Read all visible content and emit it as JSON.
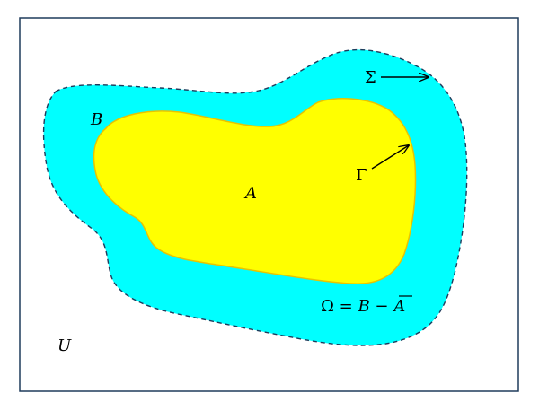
{
  "labels": {
    "universe": "U",
    "set_b": "B",
    "set_a": "A",
    "gamma": "Γ",
    "sigma": "Σ",
    "omega_lhs": "Ω = ",
    "omega_b": "B",
    "omega_minus": " − ",
    "omega_abar": "A"
  },
  "colors": {
    "frame": "#1f3b5b",
    "outer_fill": "#00ffff",
    "outer_stroke": "#1f3b5b",
    "inner_fill": "#ffff00",
    "inner_stroke": "#e8c400",
    "text": "#000000"
  }
}
